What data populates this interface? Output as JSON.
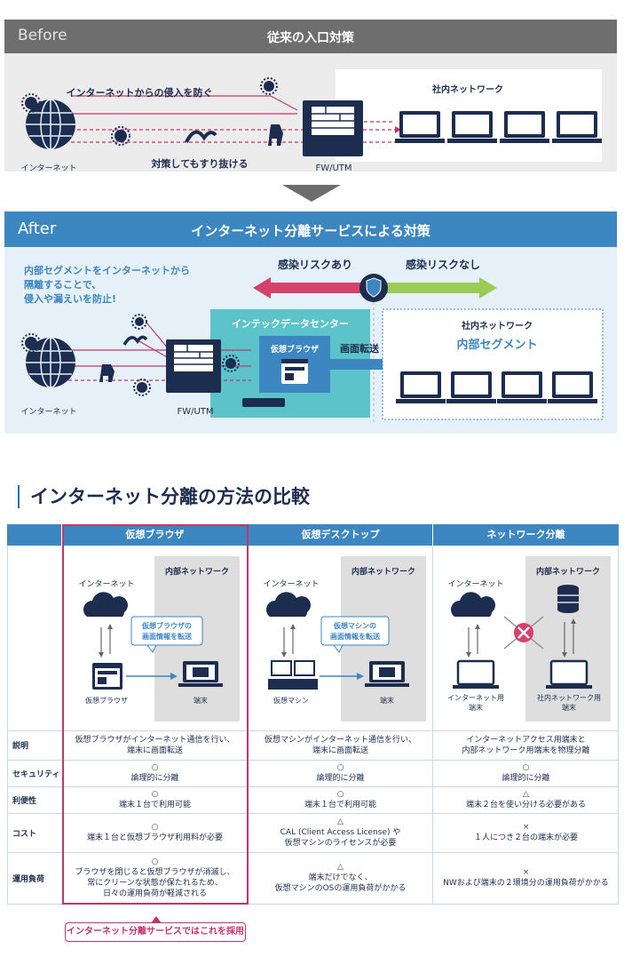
{
  "before": {
    "tag": "Before",
    "title": "従来の入口対策",
    "prevent_label": "インターネットからの侵入を防ぐ",
    "bypass_label": "対策してもすり抜ける",
    "internet_label": "インターネット",
    "fw_label": "FW/UTM",
    "internal_label": "社内ネットワーク"
  },
  "after": {
    "tag": "After",
    "title": "インターネット分離サービスによる対策",
    "description": [
      "内部セグメントをインターネットから",
      "隔離することで、",
      "侵入や漏えいを防止!"
    ],
    "risk_yes": "感染リスクあり",
    "risk_no": "感染リスクなし",
    "datacenter": "インテックデータセンター",
    "virtual_browser": "仮想ブラウザ",
    "screen_transfer": "画面転送",
    "internal_label": "社内ネットワーク",
    "internal_segment": "内部セグメント",
    "internet_label": "インターネット",
    "fw_label": "FW/UTM"
  },
  "comparison": {
    "heading": "インターネット分離の方法の比較",
    "columns": [
      {
        "header": "仮想ブラウザ",
        "internet": "インターネット",
        "internal_net": "内部ネットワーク",
        "callout": [
          "仮想ブラウザの",
          "画面情報を転送"
        ],
        "left_device": "仮想ブラウザ",
        "right_device": "端末"
      },
      {
        "header": "仮想デスクトップ",
        "internet": "インターネット",
        "internal_net": "内部ネットワーク",
        "callout": [
          "仮想マシンの",
          "画面情報を転送"
        ],
        "left_device": "仮想マシン",
        "right_device": "端末"
      },
      {
        "header": "ネットワーク分離",
        "internet": "インターネット",
        "internal_net": "内部ネットワーク",
        "left_device": [
          "インターネット用",
          "端末"
        ],
        "right_device": [
          "社内ネットワーク用",
          "端末"
        ]
      }
    ],
    "rows": [
      {
        "label": "説明",
        "cells": [
          {
            "mark": "",
            "lines": [
              "仮想ブラウザがインターネット通信を行い、",
              "端末に画面転送"
            ]
          },
          {
            "mark": "",
            "lines": [
              "仮想マシンがインターネット通信を行い、",
              "端末に画面転送"
            ]
          },
          {
            "mark": "",
            "lines": [
              "インターネットアクセス用端末と",
              "内部ネットワーク用端末を物理分離"
            ]
          }
        ]
      },
      {
        "label": "セキュリティ",
        "cells": [
          {
            "mark": "○",
            "lines": [
              "論理的に分離"
            ]
          },
          {
            "mark": "○",
            "lines": [
              "論理的に分離"
            ]
          },
          {
            "mark": "○",
            "lines": [
              "論理的に分離"
            ]
          }
        ]
      },
      {
        "label": "利便性",
        "cells": [
          {
            "mark": "○",
            "lines": [
              "端末１台で利用可能"
            ]
          },
          {
            "mark": "○",
            "lines": [
              "端末１台で利用可能"
            ]
          },
          {
            "mark": "△",
            "lines": [
              "端末２台を使い分ける必要がある"
            ]
          }
        ]
      },
      {
        "label": "コスト",
        "cells": [
          {
            "mark": "○",
            "lines": [
              "端末１台と仮想ブラウザ利用料が必要"
            ]
          },
          {
            "mark": "△",
            "lines": [
              "CAL (Client Access License) や",
              "仮想マシンのライセンスが必要"
            ]
          },
          {
            "mark": "×",
            "lines": [
              "１人につき２台の端末が必要"
            ]
          }
        ]
      },
      {
        "label": "運用負荷",
        "cells": [
          {
            "mark": "○",
            "lines": [
              "ブラウザを閉じると仮想ブラウザが消滅し、",
              "常にクリーンな状態が保たれるため、",
              "日々の運用負荷が軽減される"
            ]
          },
          {
            "mark": "△",
            "lines": [
              "端末だけでなく、",
              "仮想マシンのOSの運用負荷がかかる"
            ]
          },
          {
            "mark": "×",
            "lines": [
              "NWおよび端末の２環境分の運用負荷がかかる"
            ]
          }
        ]
      }
    ],
    "adopted_note": "インターネット分離サービスではこれを採用"
  },
  "colors": {
    "primary": "#3c86c2",
    "navy": "#1d2d50",
    "teal": "#5bc3c9",
    "pink": "#c4356c",
    "green": "#9acb55",
    "red": "#d4416b"
  }
}
